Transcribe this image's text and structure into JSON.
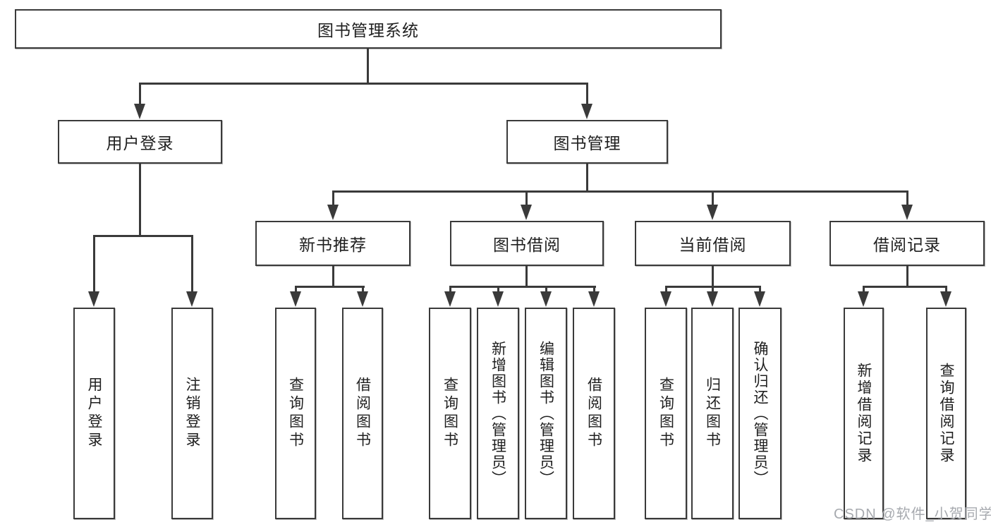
{
  "diagram": {
    "title_node": "图书管理系统",
    "tree": {
      "root": "图书管理系统",
      "children": [
        {
          "label": "用户登录",
          "children": [
            {
              "label": "用户登录"
            },
            {
              "label": "注销登录"
            }
          ]
        },
        {
          "label": "图书管理",
          "children": [
            {
              "label": "新书推荐",
              "children": [
                {
                  "label": "查询图书"
                },
                {
                  "label": "借阅图书"
                }
              ]
            },
            {
              "label": "图书借阅",
              "children": [
                {
                  "label": "查询图书"
                },
                {
                  "label": "新增图书（管理员）"
                },
                {
                  "label": "编辑图书（管理员）"
                },
                {
                  "label": "借阅图书"
                }
              ]
            },
            {
              "label": "当前借阅",
              "children": [
                {
                  "label": "查询图书"
                },
                {
                  "label": "归还图书"
                },
                {
                  "label": "确认归还（管理员）"
                }
              ]
            },
            {
              "label": "借阅记录",
              "children": [
                {
                  "label": "新增借阅记录"
                },
                {
                  "label": "查询借阅记录"
                }
              ]
            }
          ]
        }
      ]
    },
    "colors": {
      "line": "#3a3a3a",
      "text": "#1f1f1f",
      "watermark": "#a7aaaf",
      "background": "#ffffff"
    },
    "watermark": "CSDN @软件_小贺同学"
  }
}
